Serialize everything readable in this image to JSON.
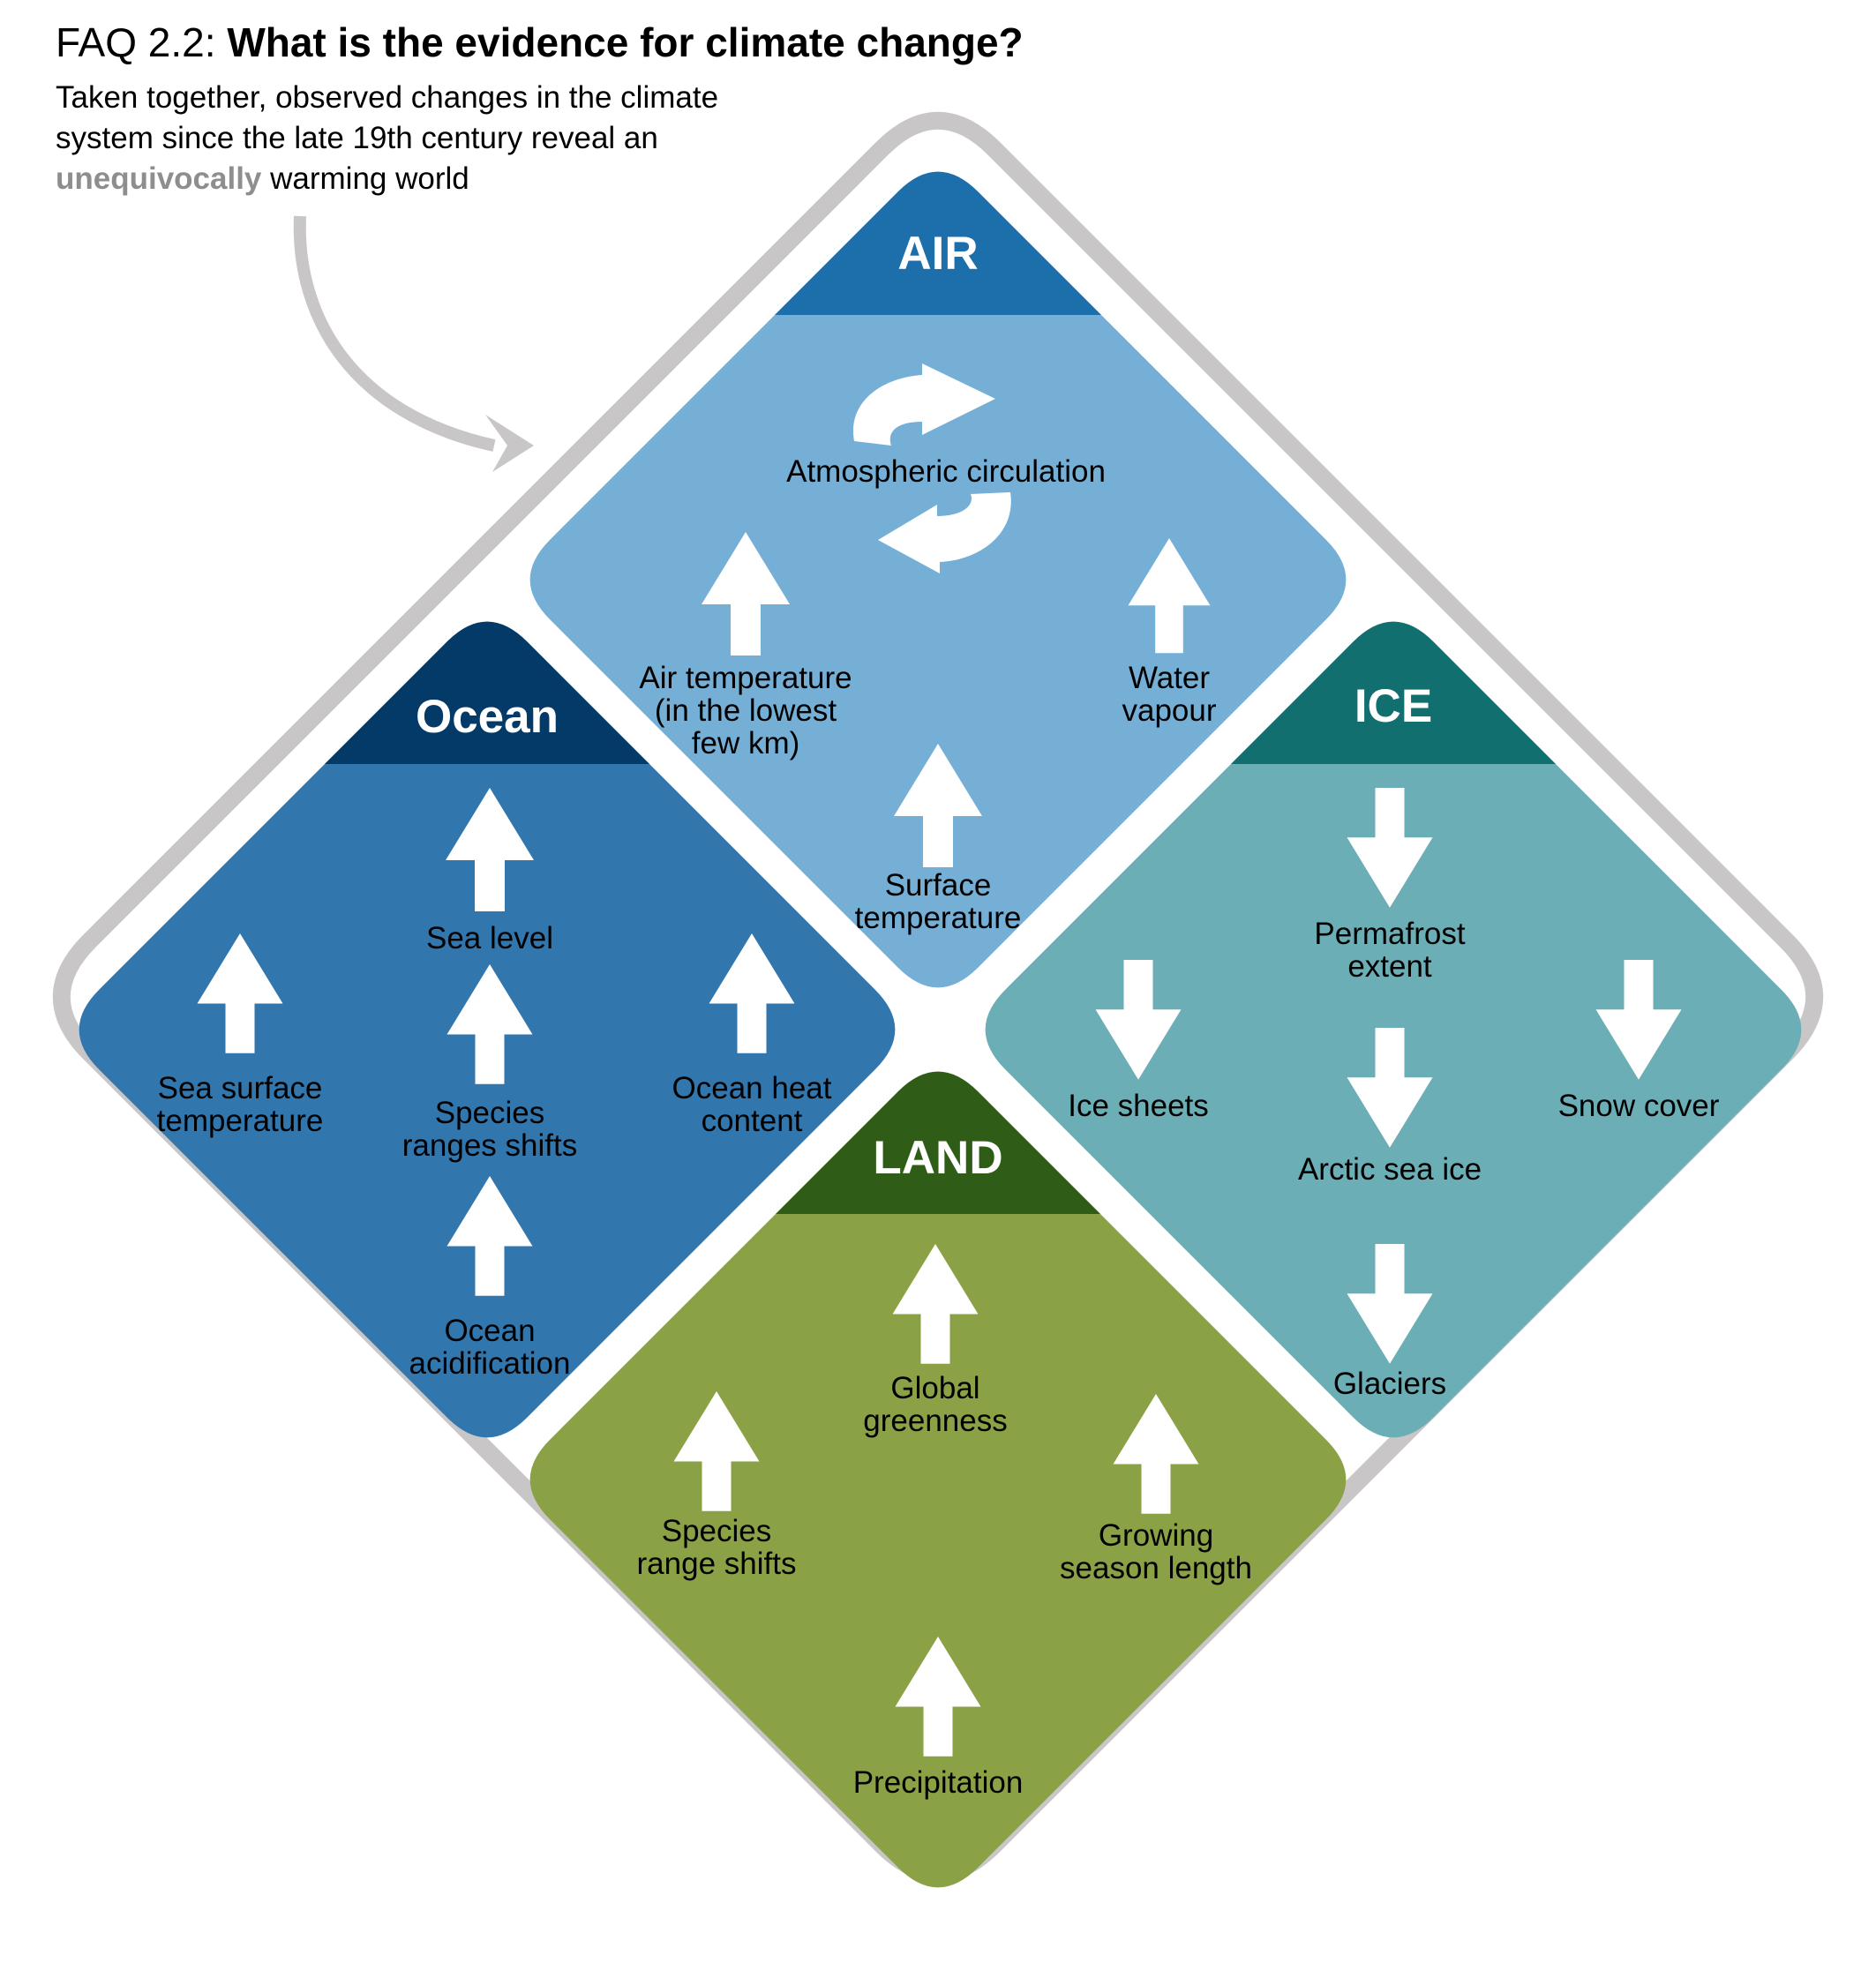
{
  "header": {
    "faq_label": "FAQ 2.2:",
    "question": "What is the evidence for climate change?",
    "subtitle_before": "Taken together, observed changes in the climate system since the late 19th century reveal an ",
    "subtitle_highlight": "unequivocally",
    "subtitle_after": " warming world"
  },
  "colors": {
    "frame": "#c8c6c6",
    "air_header": "#1d6fab",
    "air_body": "#75afd6",
    "ocean_header": "#033a67",
    "ocean_body": "#3276ae",
    "ice_header": "#126f70",
    "ice_body": "#6baeb5",
    "land_header": "#2f5d17",
    "land_body": "#8aa145",
    "highlight": "#8e8e8e"
  },
  "panels": {
    "air": {
      "title": "AIR",
      "atmospheric_circulation": "Atmospheric circulation",
      "air_temperature": [
        "Air temperature",
        "(in the lowest",
        "few km)"
      ],
      "water_vapour": [
        "Water",
        "vapour"
      ],
      "surface_temperature": [
        "Surface",
        "temperature"
      ]
    },
    "ocean": {
      "title": "Ocean",
      "sea_level": [
        "Sea level"
      ],
      "sea_surface_temperature": [
        "Sea surface",
        "temperature"
      ],
      "species_ranges_shifts": [
        "Species",
        "ranges shifts"
      ],
      "ocean_heat_content": [
        "Ocean heat",
        "content"
      ],
      "ocean_acidification": [
        "Ocean",
        "acidification"
      ]
    },
    "ice": {
      "title": "ICE",
      "permafrost_extent": [
        "Permafrost",
        "extent"
      ],
      "ice_sheets": [
        "Ice sheets"
      ],
      "arctic_sea_ice": [
        "Arctic sea ice"
      ],
      "snow_cover": [
        "Snow cover"
      ],
      "glaciers": [
        "Glaciers"
      ]
    },
    "land": {
      "title": "LAND",
      "global_greenness": [
        "Global",
        "greenness"
      ],
      "species_range_shifts": [
        "Species",
        "range shifts"
      ],
      "growing_season_length": [
        "Growing",
        "season length"
      ],
      "precipitation": [
        "Precipitation"
      ]
    }
  }
}
